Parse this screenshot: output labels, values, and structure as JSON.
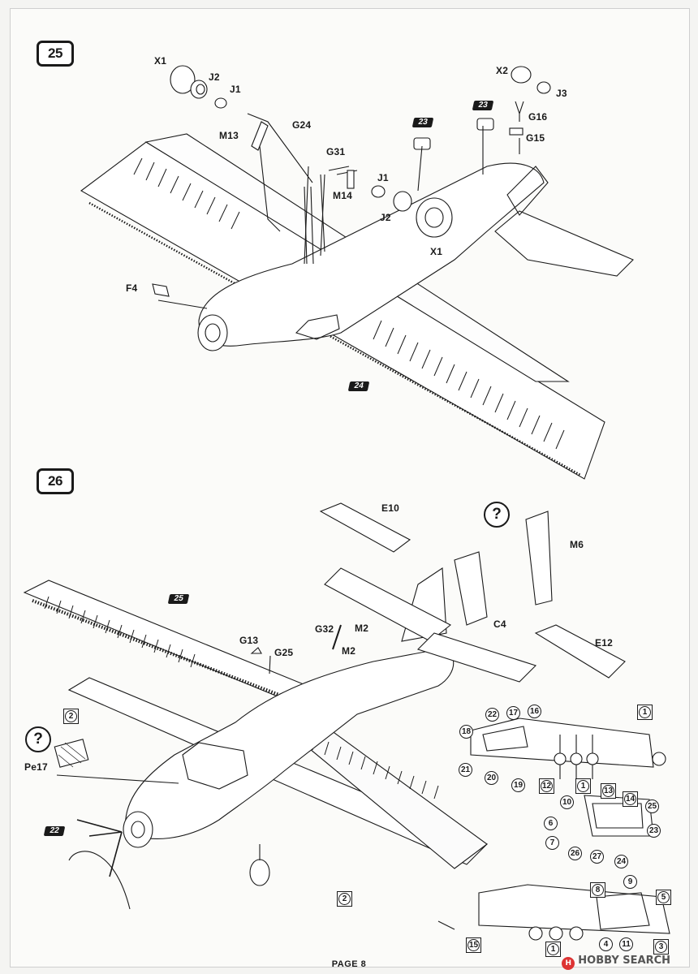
{
  "page": {
    "footer": "PAGE 8",
    "watermark": "HOBBY SEARCH"
  },
  "steps": {
    "s25": "25",
    "s26": "26"
  },
  "refs": {
    "r23": "23",
    "r24": "24",
    "r25": "25",
    "r22": "22"
  },
  "step25_parts": {
    "X1a": "X1",
    "J2a": "J2",
    "J1a": "J1",
    "M13": "M13",
    "G24": "G24",
    "G31": "G31",
    "J1b": "J1",
    "M14": "M14",
    "J2b": "J2",
    "X1b": "X1",
    "F4": "F4",
    "X2": "X2",
    "J3": "J3",
    "G16": "G16",
    "G15": "G15"
  },
  "step26_parts": {
    "E10": "E10",
    "M6": "M6",
    "C4": "C4",
    "E12": "E12",
    "G32": "G32",
    "M2a": "M2",
    "M2b": "M2",
    "G13": "G13",
    "G25": "G25",
    "Pe17": "Pe17",
    "q1": "?",
    "q2": "?"
  },
  "paint_refs": {
    "c1": "1",
    "c22": "22",
    "c17": "17",
    "c16": "16",
    "c18": "18",
    "c21": "21",
    "c20": "20",
    "c19": "19",
    "c12": "12",
    "c1b": "1",
    "c10": "10",
    "c13": "13",
    "c14": "14",
    "c25": "25",
    "c6": "6",
    "c23": "23",
    "c7": "7",
    "c26": "26",
    "c27": "27",
    "c24": "24",
    "c8": "8",
    "c9": "9",
    "c5": "5",
    "c4": "4",
    "c11": "11",
    "c3": "3",
    "c15": "15",
    "c1c": "1",
    "sq2a": "2",
    "sq2b": "2"
  }
}
